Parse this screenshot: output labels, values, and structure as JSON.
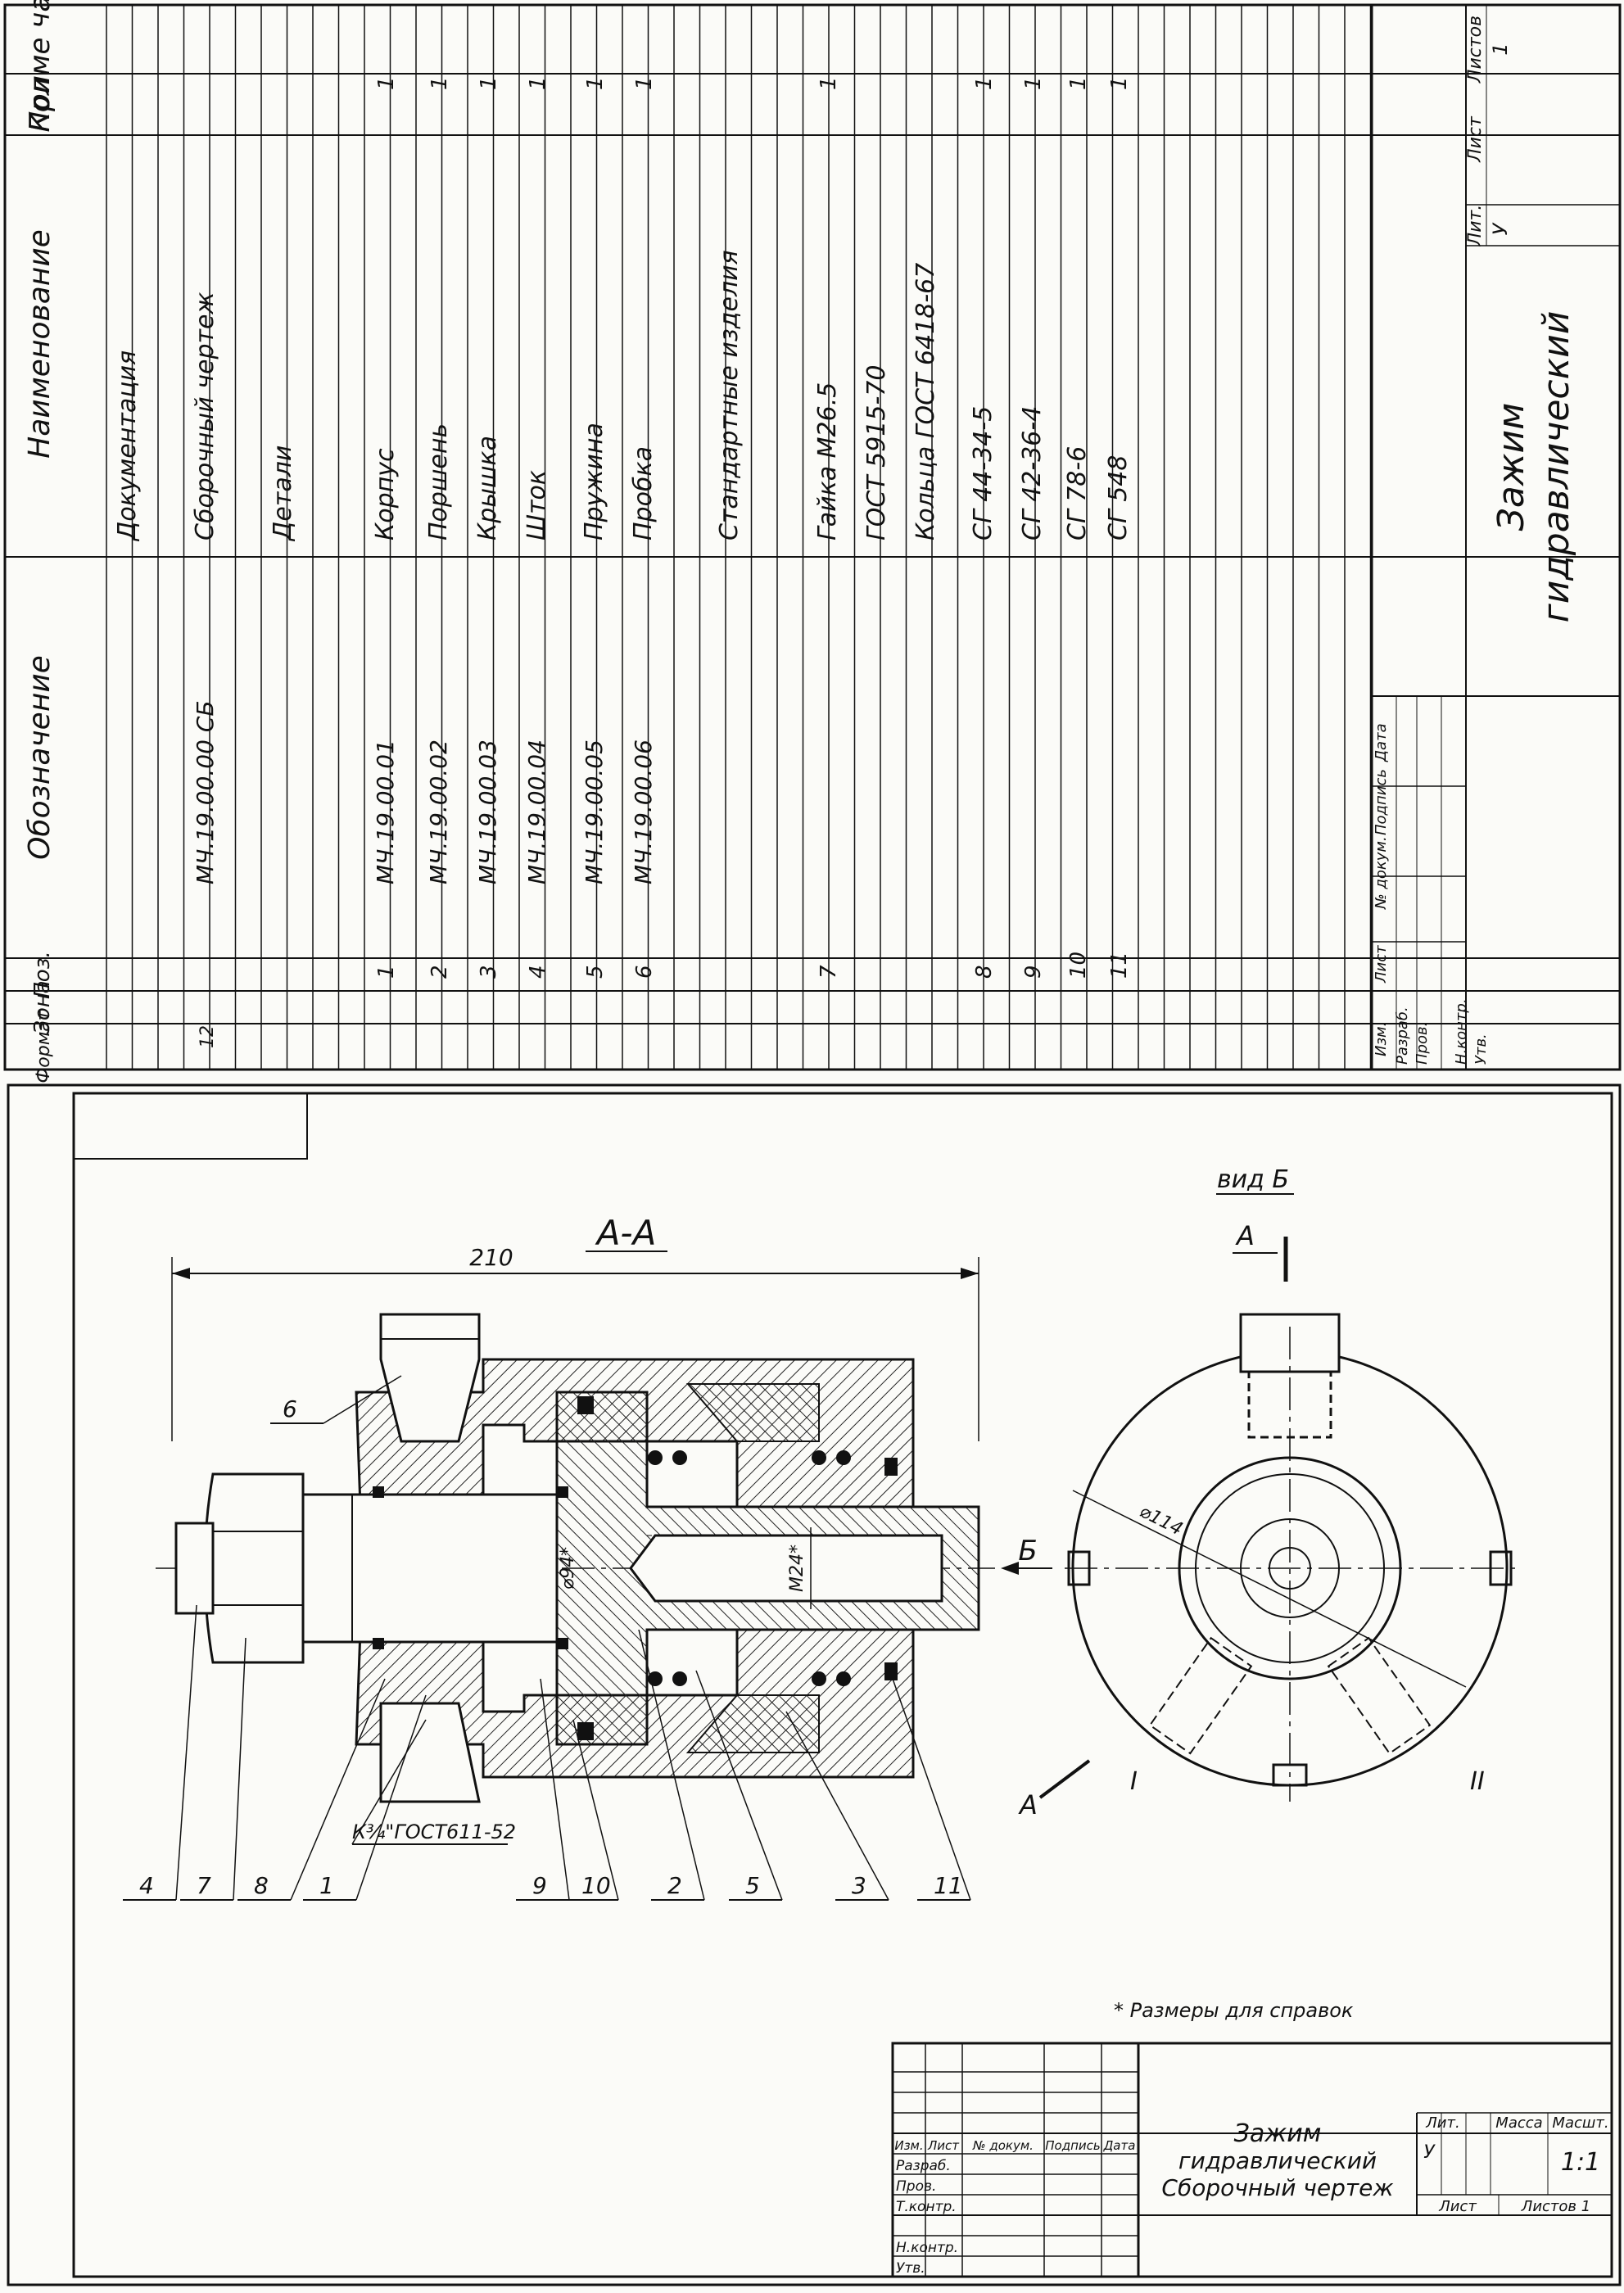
{
  "spec": {
    "headers": {
      "format": "Формат",
      "zone": "Зона",
      "pos": "Поз.",
      "designation": "Обозначение",
      "name": "Наименование",
      "qty": "Кол",
      "note": "Приме чание"
    },
    "rows": [
      {
        "format": "",
        "pos": "",
        "des": "",
        "name": "Документация",
        "qty": ""
      },
      {
        "format": "12",
        "pos": "",
        "des": "МЧ.19.00.00 СБ",
        "name": "Сборочный чертеж",
        "qty": ""
      },
      {
        "format": "",
        "pos": "",
        "des": "",
        "name": "Детали",
        "qty": ""
      },
      {
        "format": "",
        "pos": "1",
        "des": "МЧ.19.00.01",
        "name": "Корпус",
        "qty": "1"
      },
      {
        "format": "",
        "pos": "2",
        "des": "МЧ.19.00.02",
        "name": "Поршень",
        "qty": "1"
      },
      {
        "format": "",
        "pos": "3",
        "des": "МЧ.19.00.03",
        "name": "Крышка",
        "qty": "1"
      },
      {
        "format": "",
        "pos": "4",
        "des": "МЧ.19.00.04",
        "name": "Шток",
        "qty": "1"
      },
      {
        "format": "",
        "pos": "5",
        "des": "МЧ.19.00.05",
        "name": "Пружина",
        "qty": "1"
      },
      {
        "format": "",
        "pos": "6",
        "des": "МЧ.19.00.06",
        "name": "Пробка",
        "qty": "1"
      },
      {
        "format": "",
        "pos": "",
        "des": "",
        "name": "Стандартные изделия",
        "qty": ""
      },
      {
        "format": "",
        "pos": "7",
        "des": "",
        "name": "Гайка М26.5",
        "qty": "1"
      },
      {
        "format": "",
        "pos": "",
        "des": "",
        "name": "ГОСТ 5915-70",
        "qty": ""
      },
      {
        "format": "",
        "pos": "",
        "des": "",
        "name": "Кольца ГОСТ 6418-67",
        "qty": ""
      },
      {
        "format": "",
        "pos": "8",
        "des": "",
        "name": "СГ 44-34-5",
        "qty": "1"
      },
      {
        "format": "",
        "pos": "9",
        "des": "",
        "name": "СГ 42-36-4",
        "qty": "1"
      },
      {
        "format": "",
        "pos": "10",
        "des": "",
        "name": "СГ 78-6",
        "qty": "1"
      },
      {
        "format": "",
        "pos": "11",
        "des": "",
        "name": "СГ 548",
        "qty": "1"
      }
    ],
    "title_block": {
      "col_headers": [
        "Изм.",
        "Лист",
        "№ докум.",
        "Подпись",
        "Дата"
      ],
      "roles": [
        "Разраб.",
        "Пров.",
        "",
        "Н.контр.",
        "Утв."
      ],
      "title_line1": "Зажим",
      "title_line2": "гидравлический",
      "lit_label": "Лит.",
      "sheet_label": "Лист",
      "sheets_label": "Листов",
      "lit_value": "У",
      "sheets_value": "1"
    }
  },
  "drawing": {
    "section_label": "А-А",
    "view_label": "вид Б",
    "arrow_b": "Б",
    "cut_a": "А",
    "dim_overall": "210",
    "dim_d94": "⌀94*",
    "dim_m24": "М24*",
    "dim_d114": "⌀114",
    "thread_note": "К¾\"ГОСТ611-52",
    "callouts": [
      "4",
      "7",
      "8",
      "1",
      "9",
      "10",
      "2",
      "5",
      "3",
      "11"
    ],
    "leader_top": "6",
    "view_marks": [
      "I",
      "II"
    ],
    "footnote": "* Размеры для справок"
  },
  "title_block": {
    "col_headers": [
      "Изм.",
      "Лист",
      "№ докум.",
      "Подпись",
      "Дата"
    ],
    "roles": [
      "Разраб.",
      "Пров.",
      "Т.контр.",
      "",
      "Н.контр.",
      "Утв."
    ],
    "title_line1": "Зажим",
    "title_line2": "гидравлический",
    "title_line3": "Сборочный чертеж",
    "lit_label": "Лит.",
    "mass_label": "Масса",
    "scale_label": "Масшт.",
    "lit_value": "У",
    "scale_value": "1:1",
    "sheet_label": "Лист",
    "sheets_label": "Листов 1"
  }
}
